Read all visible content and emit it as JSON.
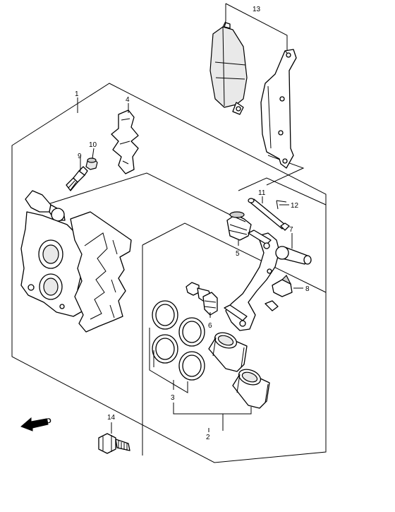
{
  "callouts": {
    "c1": "1",
    "c2": "2",
    "c3": "3",
    "c4": "4",
    "c5": "5",
    "c6": "6",
    "c7": "7",
    "c8": "8",
    "c9": "9",
    "c10": "10",
    "c11": "11",
    "c12": "12",
    "c13": "13",
    "c14": "14"
  },
  "direction_arrow": {
    "label": "FWD"
  }
}
